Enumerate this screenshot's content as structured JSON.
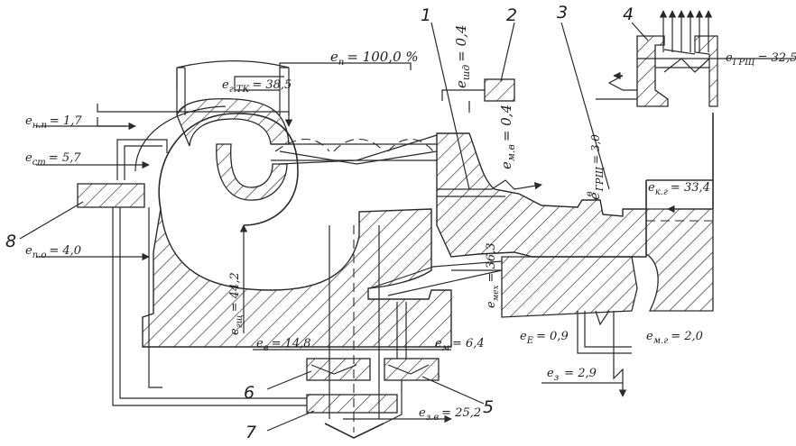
{
  "labels": {
    "e_p": "e",
    "e_p_sub": "п",
    "e_p_val": "= 100,0 %",
    "e_gtk": "e",
    "e_gtk_sub": "г.ТК",
    "e_gtk_val": "= 38,5",
    "e_np": "e",
    "e_np_sub": "н.п",
    "e_np_val": "= 1,7",
    "e_st": "e",
    "e_st_sub": "ст",
    "e_st_val": "= 5,7",
    "e_po": "e",
    "e_po_sub": "п.о",
    "e_po_val": "= 4,0",
    "e_shd": "e",
    "e_shd_sub": "шд",
    "e_shd_val": "= 0,4",
    "e_mv": "e",
    "e_mv_sub": "м.в",
    "e_mv_val": "= 0,4",
    "e_grsh_v": "e",
    "e_grsh_v_sup": "в",
    "e_grsh_v_sub": "ГРЩ",
    "e_grsh_v_val": "= 3,0",
    "e_grsh": "e",
    "e_grsh_sub": "ГРЩ",
    "e_grsh_val": "= 32,5",
    "e_kg": "e",
    "e_kg_sub": "к.г",
    "e_kg_val": "= 33,4",
    "e_gsh": "e",
    "e_gsh_sub": "гщ",
    "e_gsh_val": "= 44,2",
    "e_mekh": "e",
    "e_mekh_sub": "мех",
    "e_mekh_val": "= 36,3",
    "e_v": "e",
    "e_v_sub": "в",
    "e_v_val": "= 14,8",
    "e_m": "e",
    "e_m_sub": "м",
    "e_m_val": "=   6,4",
    "e_E": "e",
    "e_E_sub": "E",
    "e_E_val": "= 0,9",
    "e_mg": "e",
    "e_mg_sub": "м.г",
    "e_mg_val": "= 2,0",
    "e_z": "e",
    "e_z_sub": "з",
    "e_z_val": "= 2,9",
    "e_zv": "e",
    "e_zv_sub": "з.в",
    "e_zv_val": "= 25,2"
  },
  "callouts": [
    "1",
    "2",
    "3",
    "4",
    "5",
    "6",
    "7",
    "8"
  ]
}
